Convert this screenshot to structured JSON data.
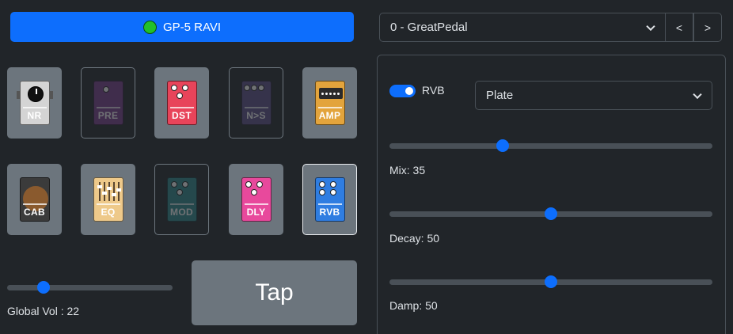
{
  "device": {
    "name": "GP-5 RAVI",
    "status_color": "#22c02a"
  },
  "preset": {
    "selected": "0 - GreatPedal",
    "prev_label": "<",
    "next_label": ">"
  },
  "effects": [
    {
      "label": "NR",
      "color": "#d4d4d4",
      "active": true,
      "selected": false
    },
    {
      "label": "PRE",
      "color": "#7a3c8f",
      "active": false,
      "selected": false
    },
    {
      "label": "DST",
      "color": "#e8445a",
      "active": true,
      "selected": false
    },
    {
      "label": "N>S",
      "color": "#5e4f8c",
      "active": false,
      "selected": false
    },
    {
      "label": "AMP",
      "color": "#e3a43c",
      "active": true,
      "selected": false
    },
    {
      "label": "CAB",
      "color": "#3b3b3b",
      "active": true,
      "selected": false
    },
    {
      "label": "EQ",
      "color": "#eec98a",
      "active": true,
      "selected": false
    },
    {
      "label": "MOD",
      "color": "#2f8a8e",
      "active": false,
      "selected": false
    },
    {
      "label": "DLY",
      "color": "#e8499c",
      "active": true,
      "selected": false
    },
    {
      "label": "RVB",
      "color": "#2f7de1",
      "active": true,
      "selected": true
    }
  ],
  "global": {
    "label": "Global Vol : 22",
    "value": 22,
    "max": 100
  },
  "tap": {
    "label": "Tap"
  },
  "effect_panel": {
    "name": "RVB",
    "enabled": true,
    "type": "Plate",
    "params": [
      {
        "label": "Mix: 35",
        "value": 35,
        "max": 100
      },
      {
        "label": "Decay: 50",
        "value": 50,
        "max": 100
      },
      {
        "label": "Damp: 50",
        "value": 50,
        "max": 100
      }
    ]
  },
  "colors": {
    "accent": "#0d6efd",
    "background": "#212529",
    "tile": "#6c757d"
  }
}
